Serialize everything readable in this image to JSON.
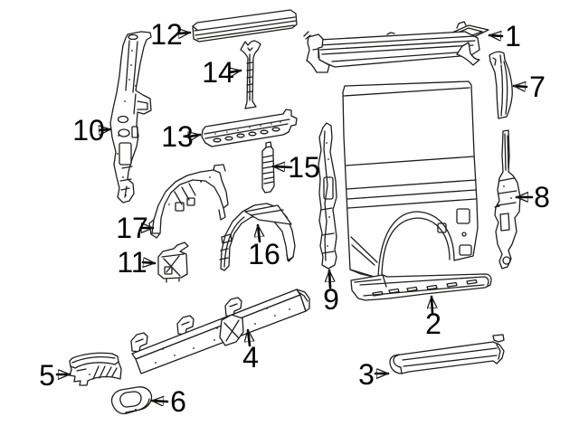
{
  "figure": {
    "type": "exploded-parts-line-diagram",
    "background_color": "#ffffff",
    "line_color": "#1d1d1b",
    "label_color": "#000000",
    "callout_count": 17,
    "callouts": [
      {
        "num": "1"
      },
      {
        "num": "2"
      },
      {
        "num": "3"
      },
      {
        "num": "4"
      },
      {
        "num": "5"
      },
      {
        "num": "6"
      },
      {
        "num": "7"
      },
      {
        "num": "8"
      },
      {
        "num": "9"
      },
      {
        "num": "10"
      },
      {
        "num": "11"
      },
      {
        "num": "12"
      },
      {
        "num": "13"
      },
      {
        "num": "14"
      },
      {
        "num": "15"
      },
      {
        "num": "16"
      },
      {
        "num": "17"
      }
    ]
  }
}
